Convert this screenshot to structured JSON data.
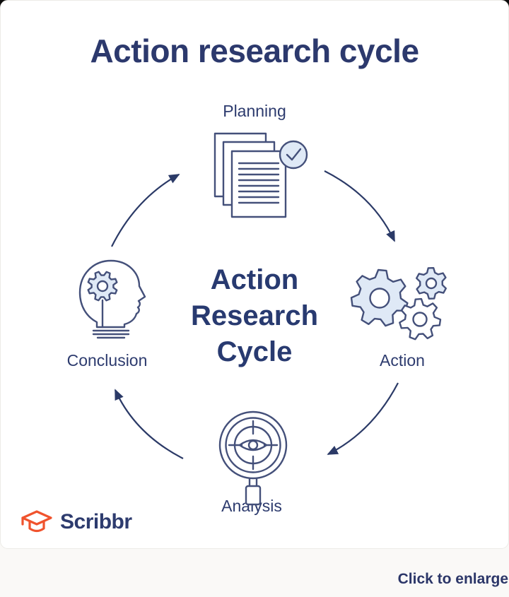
{
  "page": {
    "title": "Action research cycle",
    "enlarge_hint": "Click to enlarge"
  },
  "diagram": {
    "center": {
      "line1": "Action",
      "line2": "Research",
      "line3": "Cycle"
    },
    "nodes": [
      {
        "id": "planning",
        "label": "Planning",
        "icon": "documents-check-icon"
      },
      {
        "id": "action",
        "label": "Action",
        "icon": "gears-icon"
      },
      {
        "id": "analysis",
        "label": "Analysis",
        "icon": "magnifier-eye-icon"
      },
      {
        "id": "conclusion",
        "label": "Conclusion",
        "icon": "head-gear-icon"
      }
    ],
    "flow": [
      {
        "from": "Planning",
        "to": "Action"
      },
      {
        "from": "Action",
        "to": "Analysis"
      },
      {
        "from": "Analysis",
        "to": "Conclusion"
      },
      {
        "from": "Conclusion",
        "to": "Planning"
      }
    ]
  },
  "branding": {
    "logo_text": "Scribbr"
  },
  "colors": {
    "navy_text": "#2d3b6e",
    "icon_stroke": "#44507a",
    "light_blue_fill": "#dfe9f6",
    "arrow": "#2b3a67",
    "logo_orange": "#f0532d",
    "card_bg": "#ffffff",
    "page_bg": "#faf9f7"
  }
}
